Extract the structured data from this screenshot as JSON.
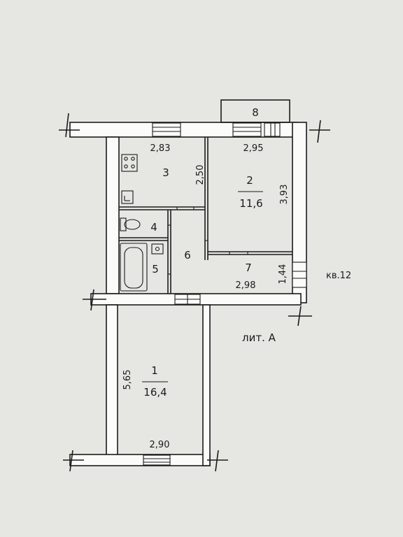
{
  "colors": {
    "background": "#e6e6e3",
    "ink": "#1b1b1b",
    "wall_fill": "#fbfbfa"
  },
  "balcony": {
    "number": "8"
  },
  "rooms": [
    {
      "id": "room-1",
      "number": "1",
      "area": "16,4",
      "width": "2,90",
      "length": "5,65"
    },
    {
      "id": "room-2",
      "number": "2",
      "area": "11,6",
      "width": "2,95",
      "length": "3,93"
    },
    {
      "id": "room-3",
      "number": "3",
      "width": "2,83",
      "length": "2,50"
    },
    {
      "id": "room-4",
      "number": "4"
    },
    {
      "id": "room-5",
      "number": "5"
    },
    {
      "id": "room-6",
      "number": "6"
    },
    {
      "id": "room-7",
      "number": "7",
      "width": "2,98",
      "length": "1,44"
    }
  ],
  "neighbor_label": "кв.12",
  "building_label": "лит. А"
}
